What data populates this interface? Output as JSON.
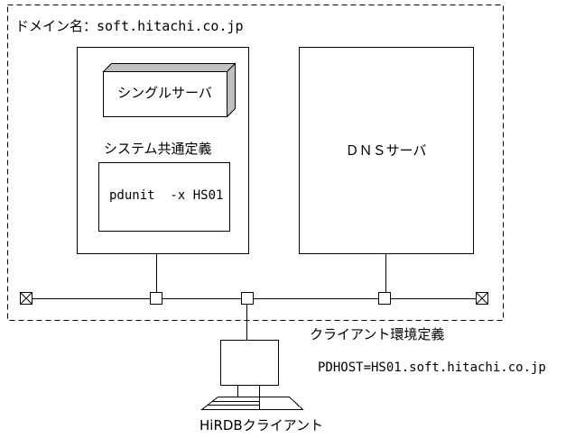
{
  "colors": {
    "line": "#000000",
    "background": "#ffffff",
    "shade_3d": "#c0c0c0"
  },
  "domain": {
    "label": "ドメイン名：soft.hitachi.co.jp"
  },
  "server_unit": {
    "server_name": "シングルサーバ",
    "definition_title": "システム共通定義",
    "definition_code": "pdunit  -x HS01"
  },
  "dns": {
    "label": "ＤＮＳサーバ"
  },
  "client": {
    "env_title": "クライアント環境定義",
    "env_code": "PDHOST=HS01.soft.hitachi.co.jp",
    "label": "HiRDBクライアント"
  }
}
